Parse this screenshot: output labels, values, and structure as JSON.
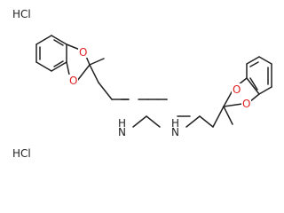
{
  "salts": [
    "HCl",
    "HCl"
  ],
  "atoms": {
    "o1": "O",
    "o2": "O",
    "o3": "O",
    "o4": "O",
    "n1": "H",
    "n1_n": "N",
    "n2": "H",
    "n2_n": "N"
  },
  "colors": {
    "bond": "#222222",
    "oxygen": "#e02020",
    "background": "#ffffff"
  }
}
